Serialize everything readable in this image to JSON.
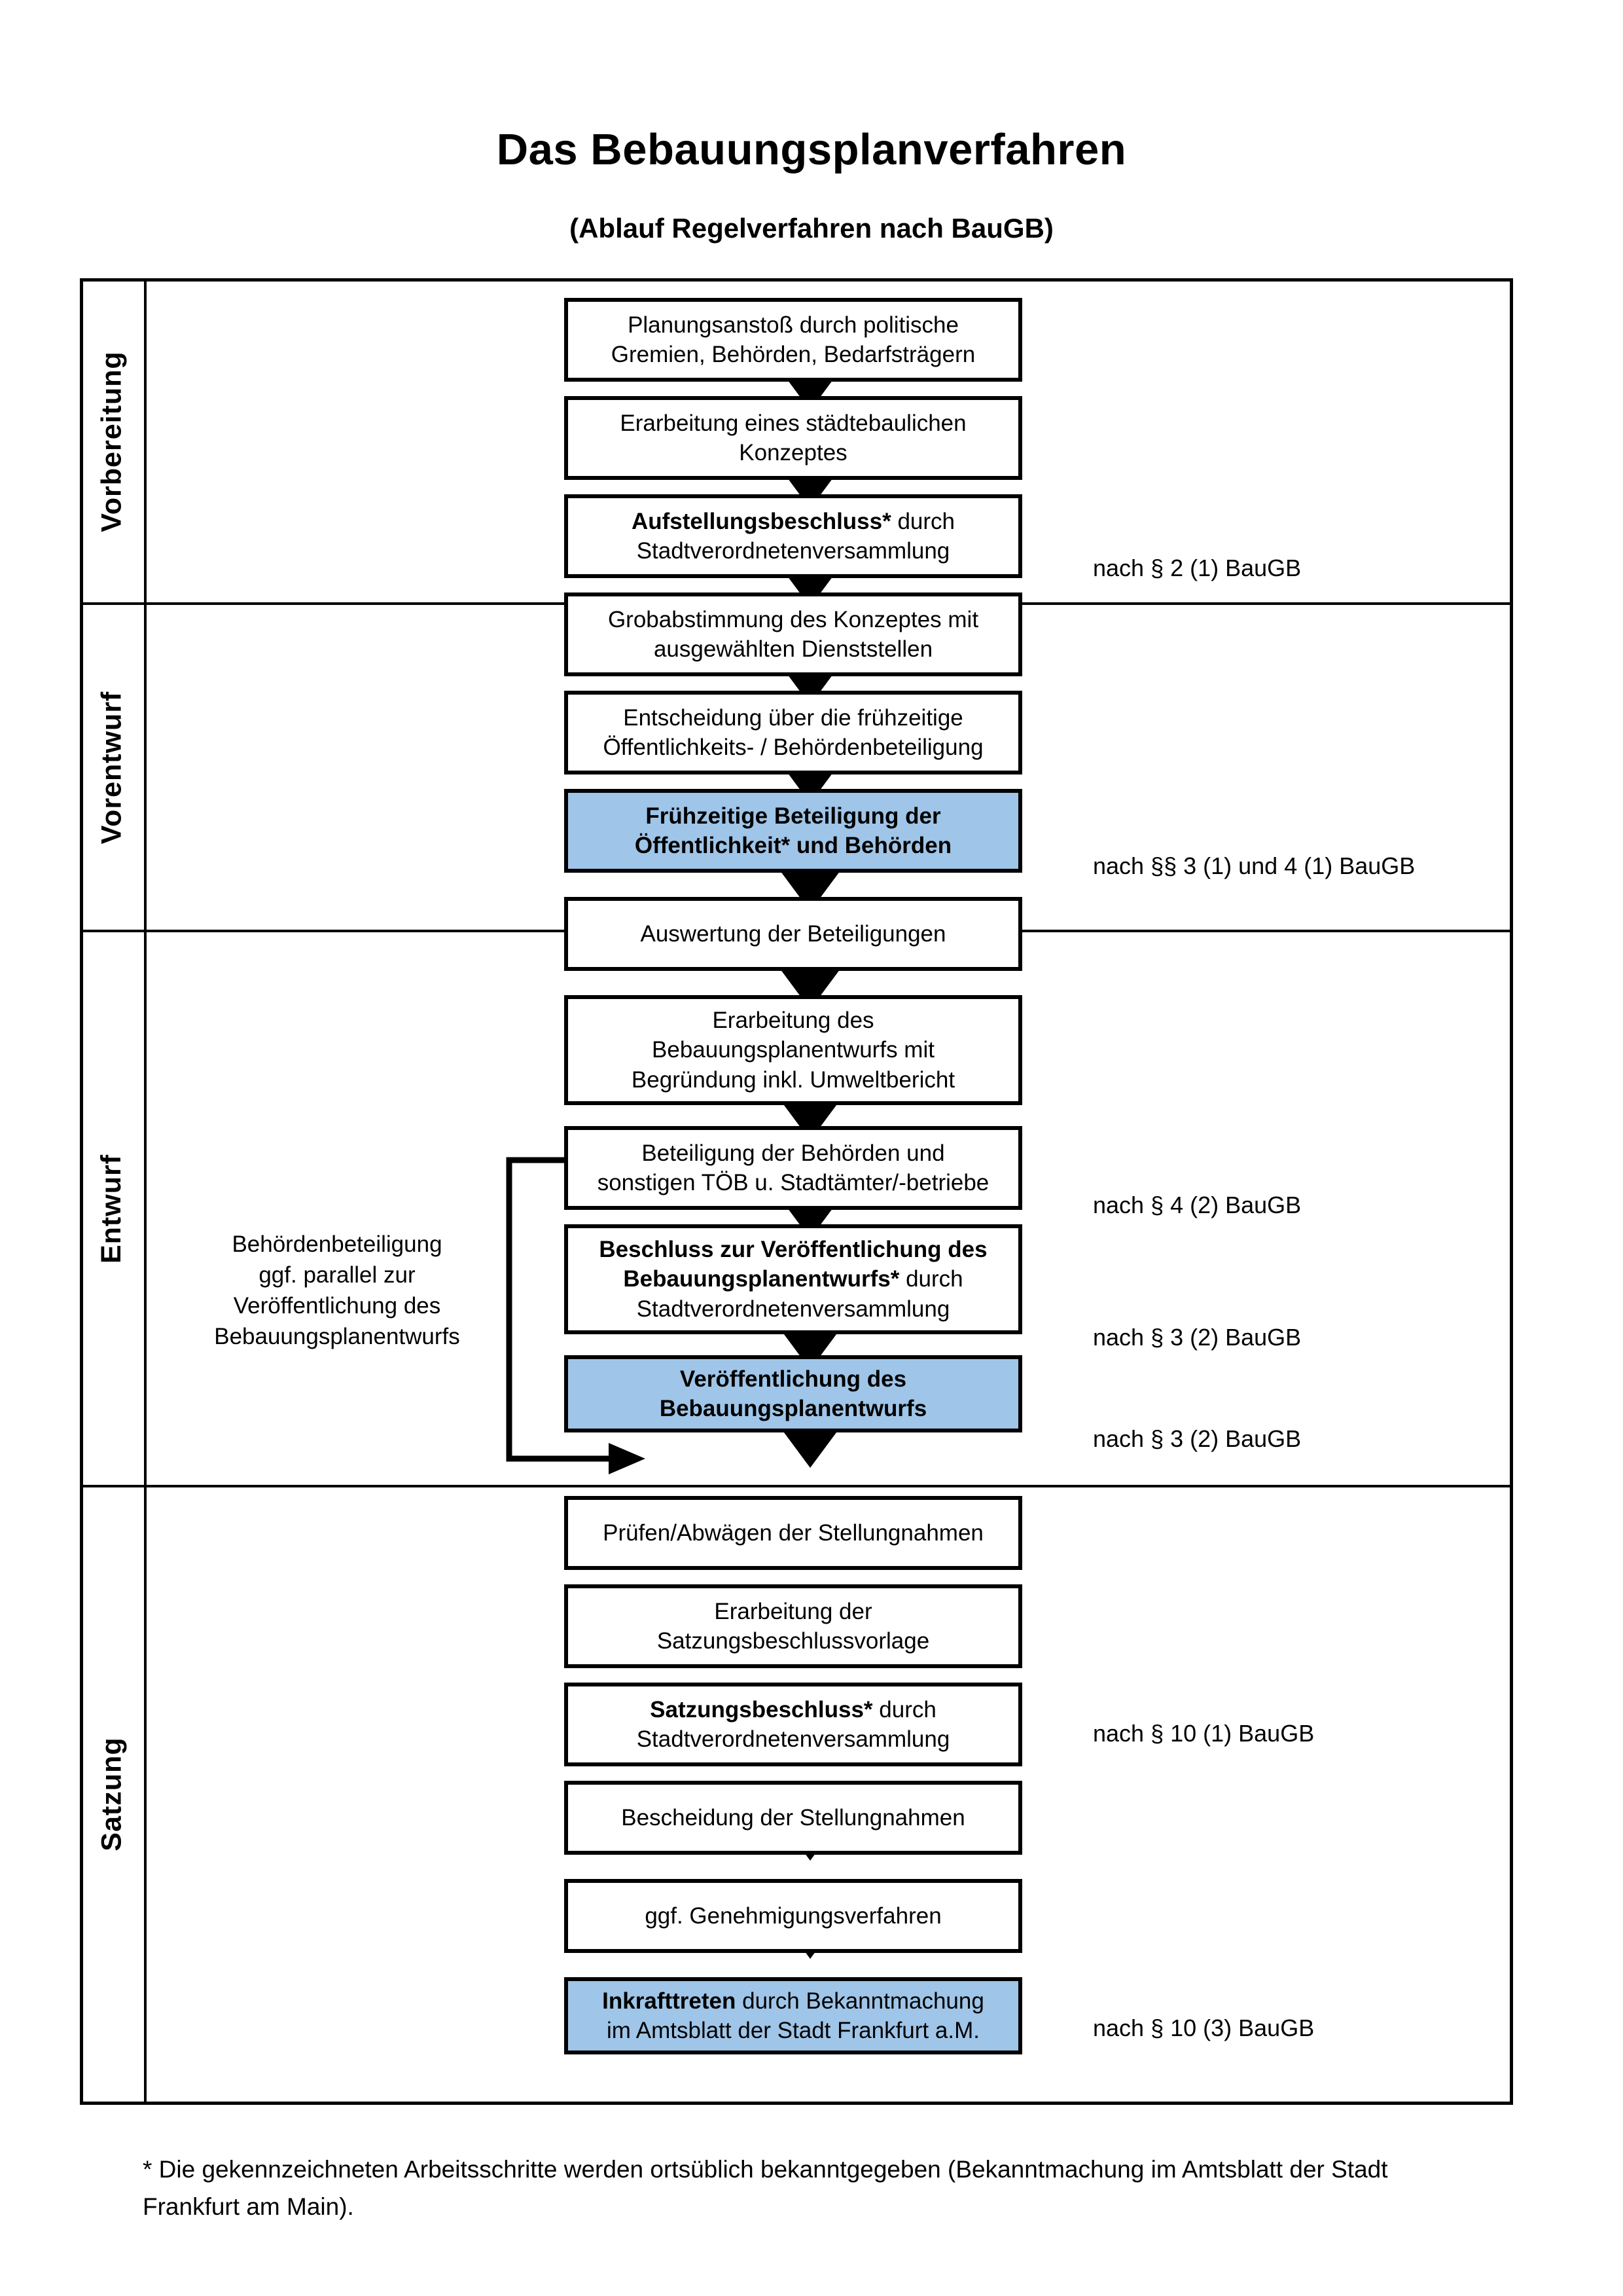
{
  "header": {
    "title": "Das Bebauungsplanverfahren",
    "subtitle": "(Ablauf Regelverfahren nach BauGB)"
  },
  "sections": [
    {
      "id": "vorbereitung",
      "label": "Vorbereitung",
      "background": "#F0F0F0"
    },
    {
      "id": "vorentwurf",
      "label": "Vorentwurf",
      "background": "#E3E3E3"
    },
    {
      "id": "entwurf",
      "label": "Entwurf",
      "background": "#D5D5D5"
    },
    {
      "id": "satzung",
      "label": "Satzung",
      "background": "#BFBFBF"
    }
  ],
  "steps": [
    {
      "id": "s1",
      "section": "vorbereitung",
      "emphasis": "none",
      "fill": "white",
      "line1": "Planungsanstoß durch politische",
      "line2": "Gremien, Behörden, Bedarfsträgern"
    },
    {
      "id": "s2",
      "section": "vorbereitung",
      "emphasis": "none",
      "fill": "white",
      "line1": "Erarbeitung eines städtebaulichen",
      "line2": "Konzeptes"
    },
    {
      "id": "s3",
      "section": "vorbereitung",
      "emphasis": "lead",
      "fill": "white",
      "bold": "Aufstellungsbeschluss*",
      "rest": " durch",
      "line2": "Stadtverordnetenversammlung"
    },
    {
      "id": "s4",
      "section": "vorentwurf",
      "emphasis": "none",
      "fill": "white",
      "line1": "Grobabstimmung des Konzeptes mit",
      "line2": "ausgewählten Dienststellen"
    },
    {
      "id": "s5",
      "section": "vorentwurf",
      "emphasis": "none",
      "fill": "white",
      "line1": "Entscheidung über die frühzeitige",
      "line2": "Öffentlichkeits- / Behördenbeteiligung"
    },
    {
      "id": "s6",
      "section": "vorentwurf",
      "emphasis": "all",
      "fill": "blue",
      "line1": "Frühzeitige Beteiligung der",
      "line2": "Öffentlichkeit* und Behörden"
    },
    {
      "id": "s7",
      "section": "entwurf",
      "emphasis": "none",
      "fill": "white",
      "line1": "Auswertung der Beteiligungen"
    },
    {
      "id": "s8",
      "section": "entwurf",
      "emphasis": "none",
      "fill": "white",
      "line1": "Erarbeitung des",
      "line2": "Bebauungsplanentwurfs mit",
      "line3": "Begründung inkl. Umweltbericht"
    },
    {
      "id": "s9",
      "section": "entwurf",
      "emphasis": "none",
      "fill": "white",
      "line1": "Beteiligung der Behörden und",
      "line2": "sonstigen TÖB u. Stadtämter/-betriebe"
    },
    {
      "id": "s10",
      "section": "entwurf",
      "emphasis": "lead2",
      "fill": "white",
      "bold": "Beschluss zur Veröffentlichung des Bebauungsplanentwurfs*",
      "rest": " durch",
      "line2": "Stadtverordnetenversammlung"
    },
    {
      "id": "s11",
      "section": "entwurf",
      "emphasis": "all",
      "fill": "blue",
      "line1": "Veröffentlichung des",
      "line2": "Bebauungsplanentwurfs"
    },
    {
      "id": "s12",
      "section": "satzung",
      "emphasis": "none",
      "fill": "white",
      "line1": "Prüfen/Abwägen der Stellungnahmen"
    },
    {
      "id": "s13",
      "section": "satzung",
      "emphasis": "none",
      "fill": "white",
      "line1": "Erarbeitung der",
      "line2": "Satzungsbeschlussvorlage"
    },
    {
      "id": "s14",
      "section": "satzung",
      "emphasis": "lead",
      "fill": "white",
      "bold": "Satzungsbeschluss*",
      "rest": " durch",
      "line2": "Stadtverordnetenversammlung"
    },
    {
      "id": "s15",
      "section": "satzung",
      "emphasis": "none",
      "fill": "white",
      "line1": "Bescheidung der Stellungnahmen"
    },
    {
      "id": "s16",
      "section": "satzung",
      "emphasis": "none",
      "fill": "white",
      "line1": "ggf. Genehmigungsverfahren"
    },
    {
      "id": "s17",
      "section": "satzung",
      "emphasis": "lead",
      "fill": "blue",
      "bold": "Inkrafttreten",
      "rest": " durch Bekanntmachung",
      "line2": "im Amtsblatt der Stadt Frankfurt a.M."
    }
  ],
  "legal_notes": [
    {
      "id": "n1",
      "text": "nach § 2 (1) BauGB",
      "for": "s3"
    },
    {
      "id": "n2",
      "text": "nach §§ 3 (1) und 4 (1) BauGB",
      "for": "s6"
    },
    {
      "id": "n3",
      "text": "nach § 4 (2) BauGB",
      "for": "s9"
    },
    {
      "id": "n4",
      "text": "nach § 3 (2) BauGB",
      "for": "s10"
    },
    {
      "id": "n5",
      "text": "nach § 3 (2) BauGB",
      "for": "s11"
    },
    {
      "id": "n6",
      "text": "nach § 10 (1) BauGB",
      "for": "s14"
    },
    {
      "id": "n7",
      "text": "nach § 10 (3) BauGB",
      "for": "s17"
    }
  ],
  "side_annotation": {
    "line1": "Behördenbeteiligung",
    "line2": "ggf. parallel zur",
    "line3": "Veröffentlichung des",
    "line4": "Bebauungsplanentwurfs"
  },
  "footnote": {
    "line1": "* Die gekennzeichneten Arbeitsschritte werden ortsüblich bekanntgegeben (Bekanntmachung im Amtsblatt  der Stadt",
    "line2": "Frankfurt am Main)."
  },
  "colors": {
    "highlight_blue": "#9FC5E8",
    "border_black": "#000000",
    "lane_1": "#F0F0F0",
    "lane_2": "#E3E3E3",
    "lane_3": "#D5D5D5",
    "lane_4": "#BFBFBF"
  },
  "chart_data": {
    "type": "flowchart",
    "title": "Das Bebauungsplanverfahren",
    "subtitle": "(Ablauf Regelverfahren nach BauGB)",
    "orientation": "vertical-top-to-bottom",
    "swimlanes": [
      "Vorbereitung",
      "Vorentwurf",
      "Entwurf",
      "Satzung"
    ],
    "node_count": 17,
    "highlighted_nodes": [
      "s6",
      "s11",
      "s17"
    ],
    "edges": [
      [
        "s1",
        "s2"
      ],
      [
        "s2",
        "s3"
      ],
      [
        "s3",
        "s4"
      ],
      [
        "s4",
        "s5"
      ],
      [
        "s5",
        "s6"
      ],
      [
        "s6",
        "s7"
      ],
      [
        "s7",
        "s8"
      ],
      [
        "s8",
        "s9"
      ],
      [
        "s9",
        "s10"
      ],
      [
        "s10",
        "s11"
      ],
      [
        "s11",
        "s12"
      ],
      [
        "s12",
        "s13"
      ],
      [
        "s13",
        "s14"
      ],
      [
        "s14",
        "s15"
      ],
      [
        "s15",
        "s16"
      ],
      [
        "s16",
        "s17"
      ],
      [
        "s9",
        "s11"
      ]
    ],
    "bypass_edge": {
      "from": "s9",
      "to": "s11",
      "label": "Behördenbeteiligung ggf. parallel zur Veröffentlichung des Bebauungsplanentwurfs"
    }
  }
}
